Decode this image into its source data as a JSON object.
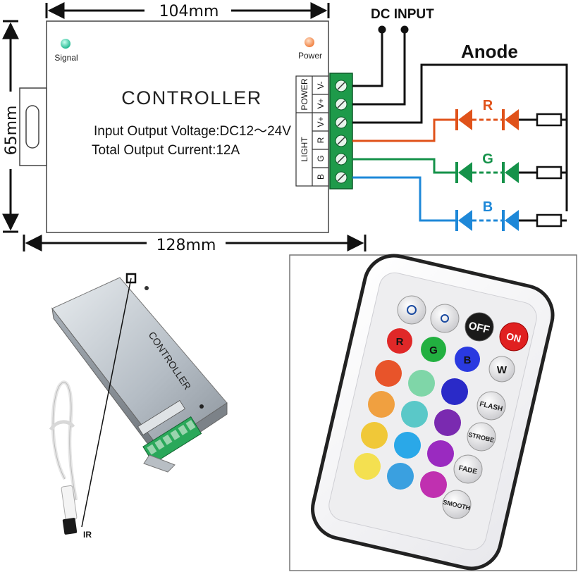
{
  "diagram": {
    "width_dimension": "104mm",
    "length_dimension": "128mm",
    "height_dimension": "65mm",
    "signal_label": "Signal",
    "power_label": "Power",
    "title": "CONTROLLER",
    "spec_voltage": "Input Output Voltage:DC12～24V",
    "spec_current": "Total Output Current:12A",
    "terminal_group_power": "POWER",
    "terminal_group_light": "LIGHT",
    "terminals": [
      "V-",
      "V+",
      "R",
      "G",
      "B"
    ],
    "dc_input_label": "DC INPUT",
    "anode_label": "Anode",
    "channel_labels": [
      "R",
      "G",
      "B"
    ],
    "colors": {
      "red": "#e0521a",
      "green": "#15924a",
      "blue": "#1e88d8",
      "wire": "#111111"
    }
  },
  "photo": {
    "box_title": "CONTROLLER",
    "ir_label": "IR"
  },
  "remote": {
    "brightness_up_icon": "brightness-up-icon",
    "brightness_down_icon": "brightness-down-icon",
    "off_label": "OFF",
    "on_label": "ON",
    "r_label": "R",
    "g_label": "G",
    "b_label": "B",
    "w_label": "W",
    "flash_label": "FLASH",
    "strobe_label": "STROBE",
    "fade_label": "FADE",
    "smooth_label": "SMOOTH",
    "color_buttons": [
      "#e8542a",
      "#7fd6a8",
      "#2a2ac8",
      "#f0a040",
      "#5ac8c8",
      "#7a2ab0",
      "#f0c838",
      "#2aa8e8",
      "#9a2ac0",
      "#f4e050",
      "#3aa0e0",
      "#c030b0"
    ]
  }
}
